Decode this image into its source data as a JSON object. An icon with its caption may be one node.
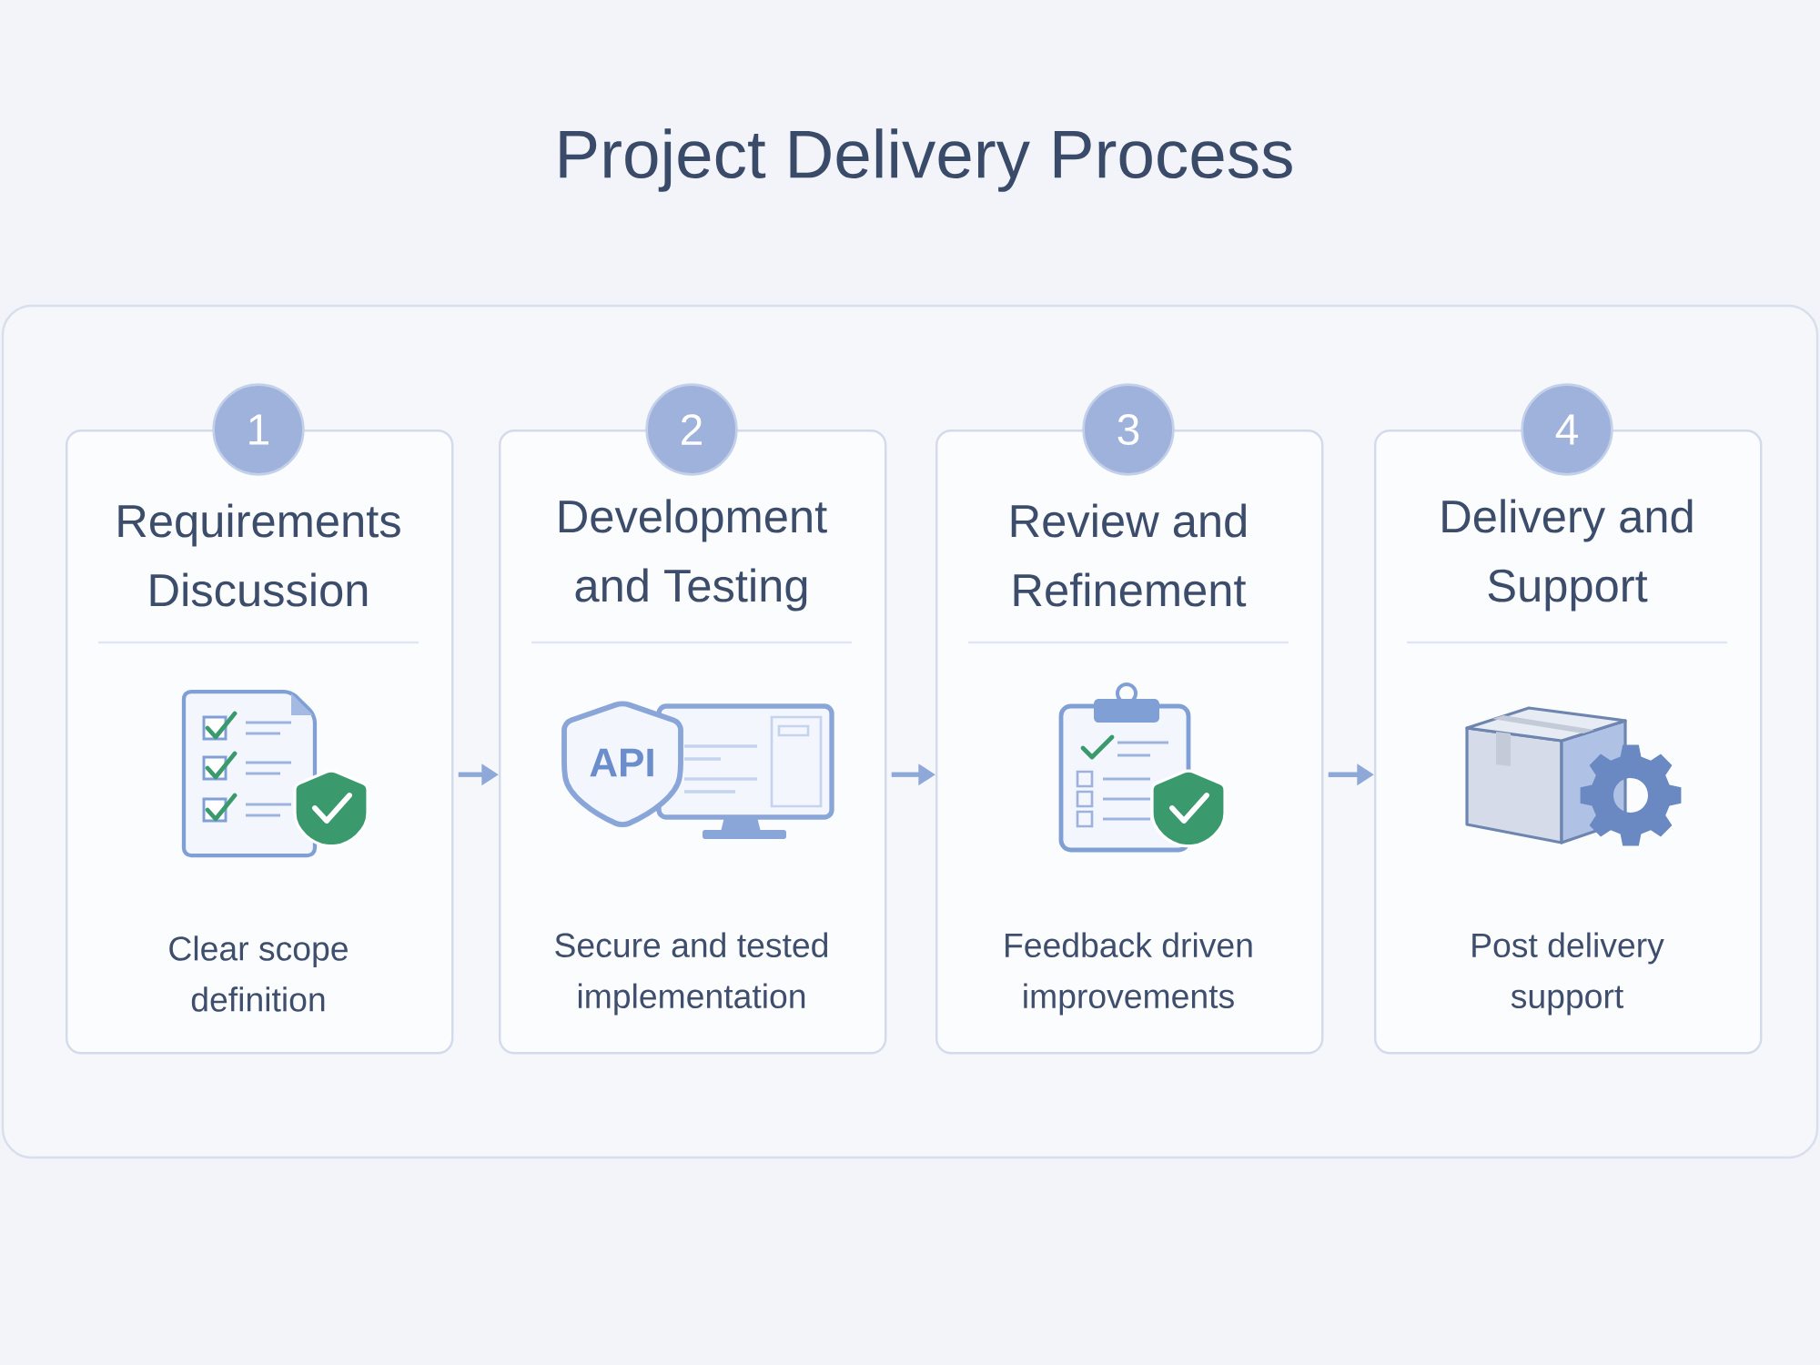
{
  "diagram": {
    "title": "Project Delivery Process",
    "nodes": [
      {
        "text": [
          "1"
        ]
      },
      {
        "text": [
          "Requirements Discussion",
          "Clear scope definition"
        ]
      },
      {
        "text": [
          "2"
        ]
      },
      {
        "text": [
          "Development and Testing",
          "Secure and tested implementation"
        ]
      },
      {
        "text": [
          "3"
        ]
      },
      {
        "text": [
          "Review and Refinement",
          "Feedback driven improvements"
        ]
      },
      {
        "text": [
          "4"
        ]
      },
      {
        "text": [
          "Delivery and Support",
          "Post delivery support"
        ]
      }
    ],
    "edges": [
      {
        "from": 1,
        "to": 3,
        "arrow": "to"
      },
      {
        "from": 3,
        "to": 5,
        "arrow": "to"
      },
      {
        "from": 5,
        "to": 7,
        "arrow": "to"
      }
    ],
    "labels": [
      "API"
    ]
  }
}
